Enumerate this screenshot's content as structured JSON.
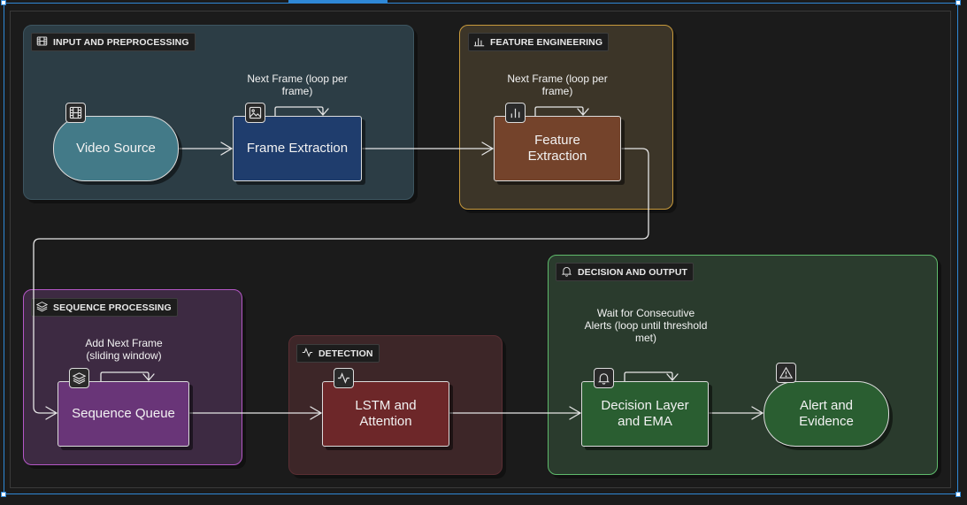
{
  "groups": {
    "input": "INPUT AND PREPROCESSING",
    "feature": "FEATURE ENGINEERING",
    "sequence": "SEQUENCE PROCESSING",
    "detection": "DETECTION",
    "decision": "DECISION AND OUTPUT"
  },
  "nodes": {
    "video_source": "Video Source",
    "frame_extraction": "Frame Extraction",
    "feature_extraction": "Feature Extraction",
    "sequence_queue": "Sequence Queue",
    "lstm_attention": "LSTM and Attention",
    "decision_layer": "Decision Layer and EMA",
    "alert_evidence": "Alert and Evidence"
  },
  "loops": {
    "frame_next": "Next Frame (loop per frame)",
    "feature_next": "Next Frame (loop per frame)",
    "sequence_add": "Add Next Frame (sliding window)",
    "decision_wait": "Wait for Consecutive Alerts (loop until threshold met)"
  },
  "icons": {
    "input": "film-icon",
    "feature": "bar-chart-icon",
    "sequence": "layers-icon",
    "detection": "activity-icon",
    "decision": "bell-icon",
    "alert": "warning-icon",
    "frame": "image-icon"
  },
  "colors": {
    "selection": "#2f88d6",
    "input_group": "#2c3d45",
    "feature_group_border": "#c89a3c",
    "sequence_group_border": "#b457c6",
    "decision_group_border": "#5fbb6c"
  }
}
